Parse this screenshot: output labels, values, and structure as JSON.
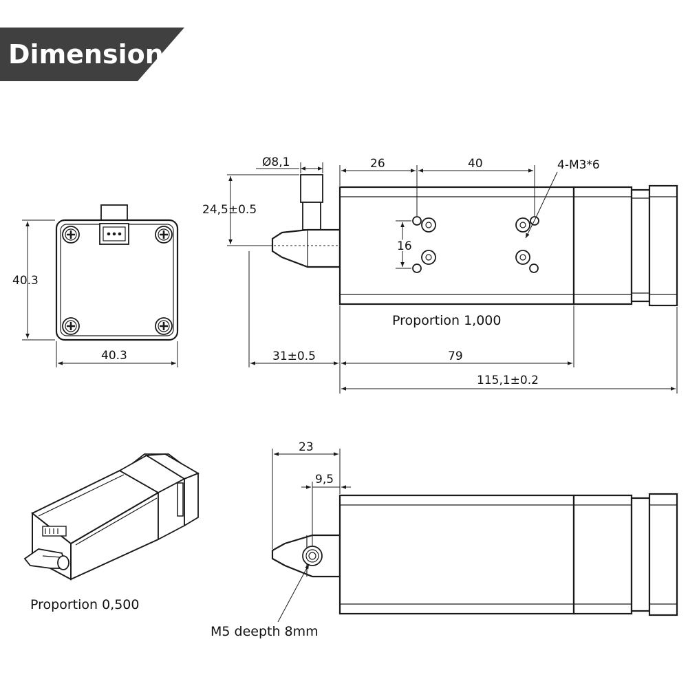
{
  "title": "Dimension",
  "front_view": {
    "height_label": "40.3",
    "width_label": "40.3"
  },
  "side_view": {
    "nozzle_diameter": "Ø8,1",
    "nozzle_height": "24,5±0.5",
    "hole_offset_a": "26",
    "hole_offset_b": "40",
    "hole_spec": "4-M3*6",
    "hole_vertical": "16",
    "proportion": "Proportion 1,000",
    "nozzle_length": "31±0.5",
    "body_length": "79",
    "total_length": "115,1±0.2"
  },
  "iso_view": {
    "proportion": "Proportion 0,500"
  },
  "bottom_view": {
    "offset_a": "23",
    "offset_b": "9,5",
    "thread_spec": "M5 deepth 8mm"
  },
  "colors": {
    "banner": "#404040",
    "line": "#1a1a1a",
    "background": "#ffffff"
  }
}
